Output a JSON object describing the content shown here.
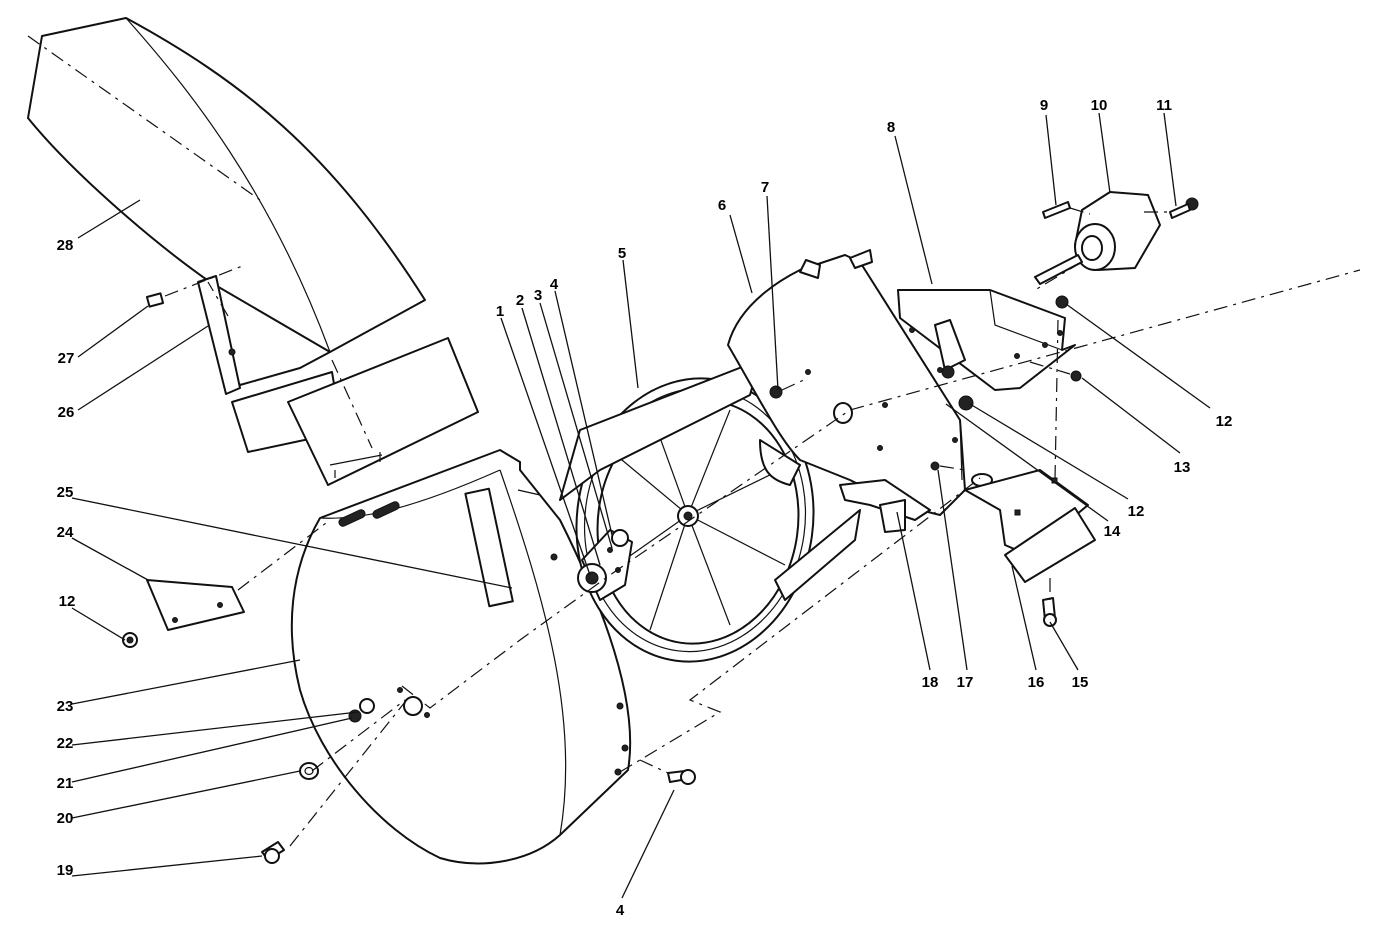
{
  "figure": {
    "callouts": {
      "c1": "1",
      "c2": "2",
      "c3": "3",
      "c4a": "4",
      "c4b": "4",
      "c5": "5",
      "c6": "6",
      "c7": "7",
      "c8": "8",
      "c9": "9",
      "c10": "10",
      "c11": "11",
      "c12a": "12",
      "c12b": "12",
      "c12c": "12",
      "c13": "13",
      "c14": "14",
      "c15": "15",
      "c16": "16",
      "c17": "17",
      "c18": "18",
      "c19": "19",
      "c20": "20",
      "c21": "21",
      "c22": "22",
      "c23": "23",
      "c24": "24",
      "c25": "25",
      "c26": "26",
      "c27": "27",
      "c28": "28"
    }
  }
}
